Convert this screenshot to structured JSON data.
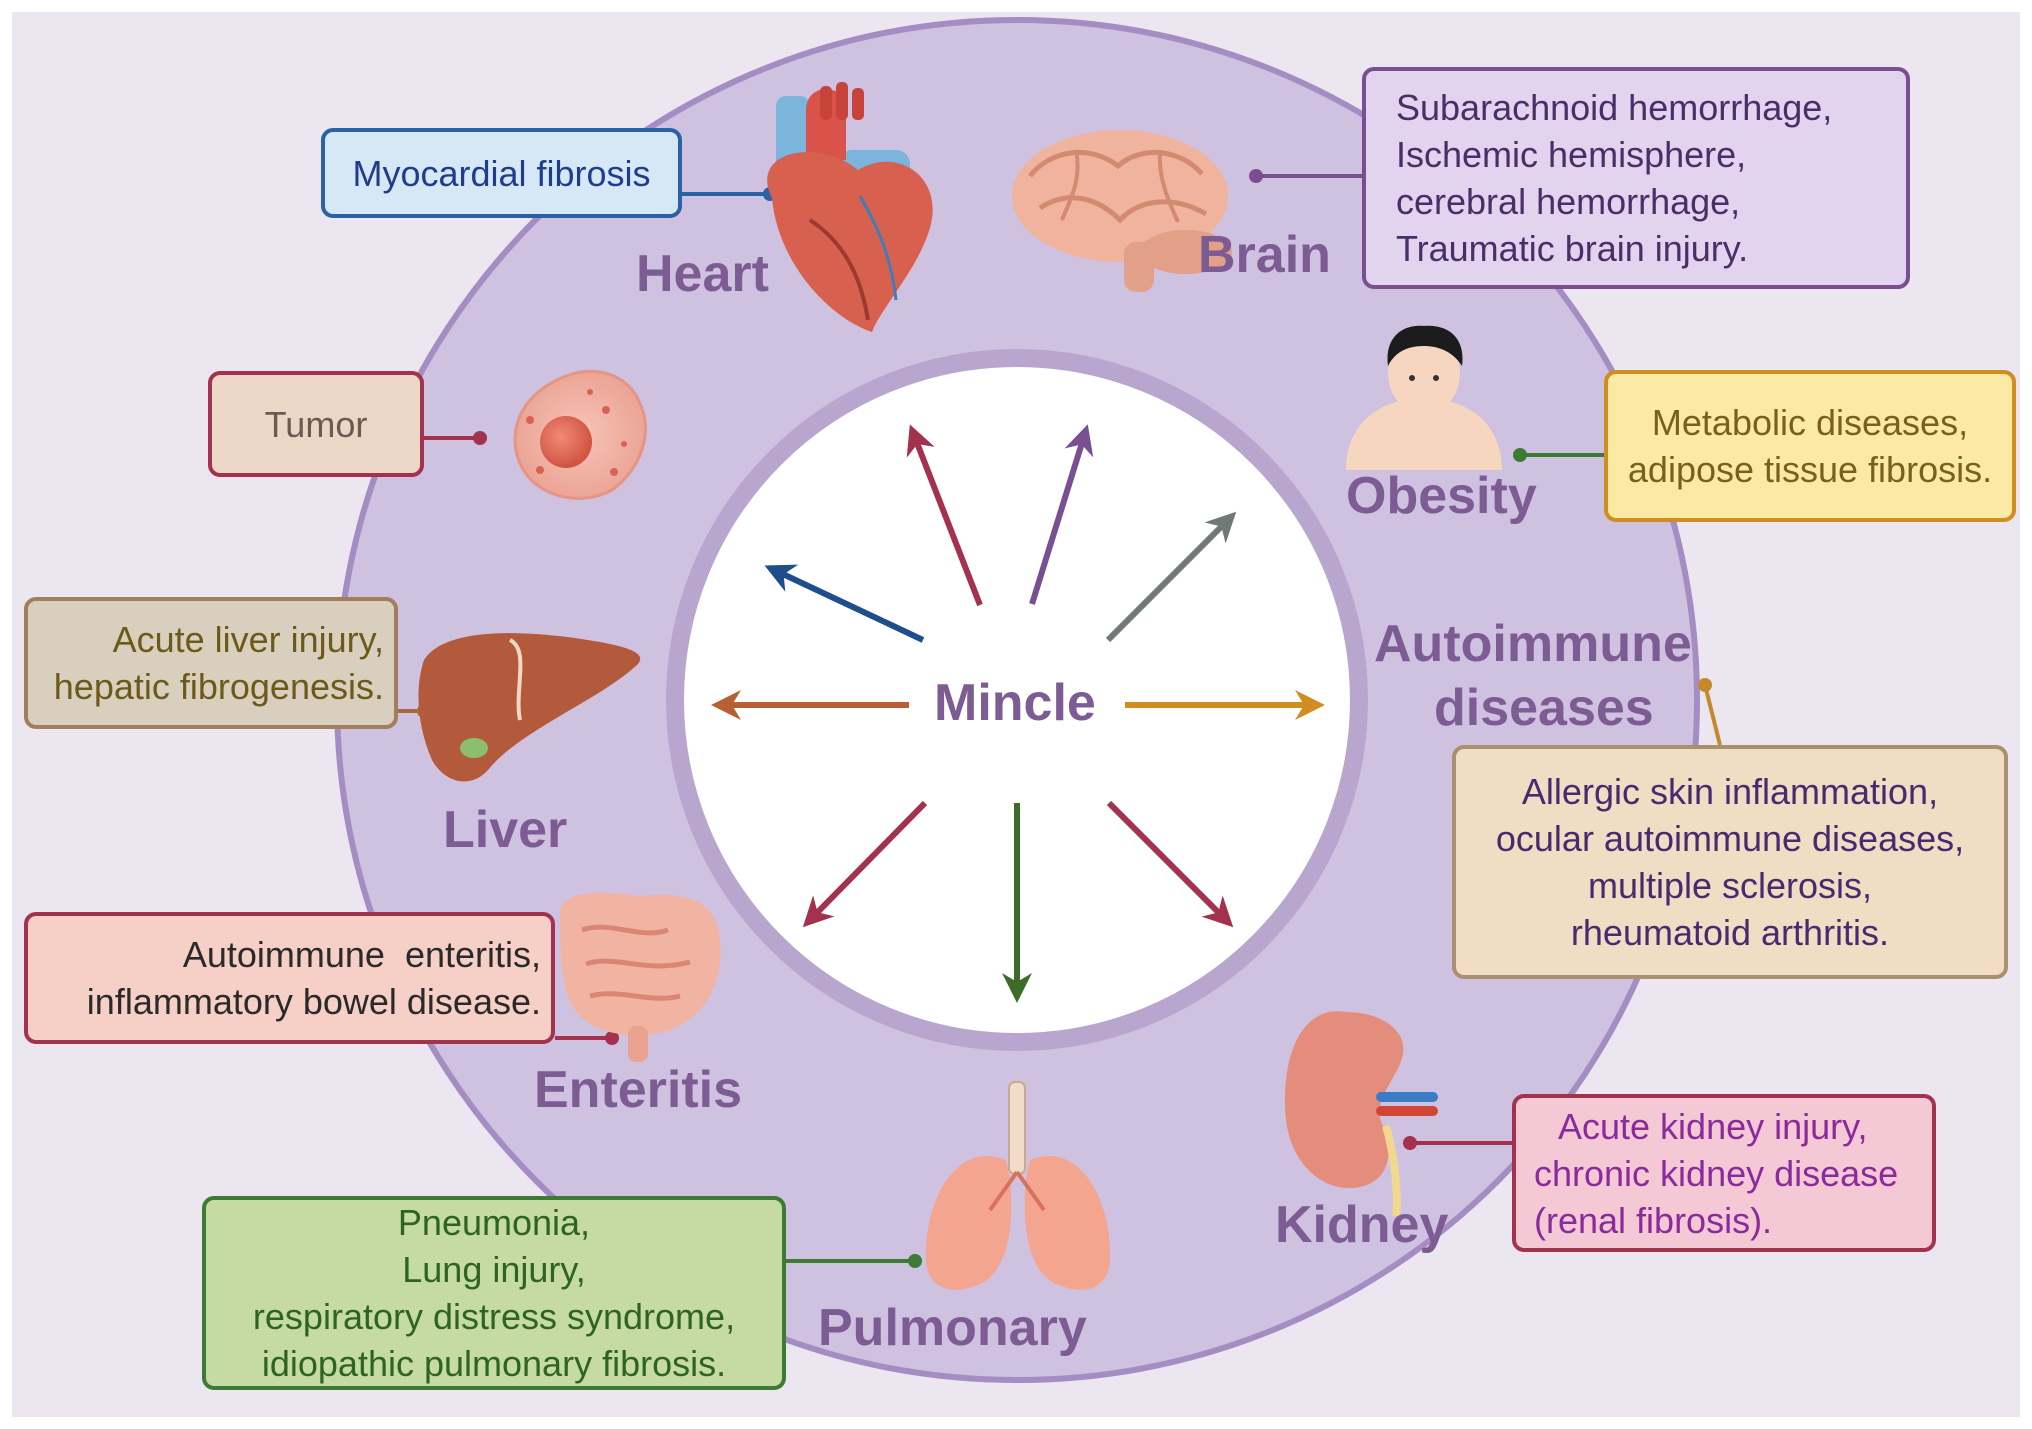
{
  "center": {
    "label": "Mincle"
  },
  "organs": {
    "heart": "Heart",
    "brain": "Brain",
    "obesity": "Obesity",
    "autoimmune_1": "Autoimmune",
    "autoimmune_2": "diseases",
    "liver": "Liver",
    "enteritis": "Enteritis",
    "pulmonary": "Pulmonary",
    "kidney": "Kidney"
  },
  "boxes": {
    "myocardial": [
      "Myocardial fibrosis"
    ],
    "brain": [
      "Subarachnoid hemorrhage,",
      "Ischemic hemisphere,",
      "cerebral hemorrhage,",
      "Traumatic brain injury."
    ],
    "tumor": [
      "Tumor"
    ],
    "obesity": [
      "Metabolic diseases,",
      "adipose tissue fibrosis."
    ],
    "liver": [
      "Acute liver injury,",
      "hepatic fibrogenesis."
    ],
    "autoimmune": [
      "Allergic skin inflammation,",
      "ocular autoimmune diseases,",
      "multiple sclerosis,",
      "rheumatoid arthritis."
    ],
    "enteritis": [
      "Autoimmune  enteritis,",
      "inflammatory bowel disease."
    ],
    "kidney": [
      "Acute kidney injury,",
      "chronic kidney disease",
      "(renal fibrosis)."
    ],
    "pulmonary": [
      "Pneumonia,",
      "Lung injury,",
      "respiratory distress syndrome,",
      "idiopathic pulmonary fibrosis."
    ]
  }
}
